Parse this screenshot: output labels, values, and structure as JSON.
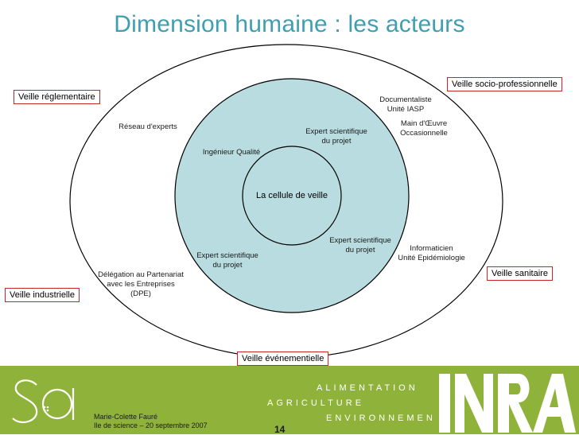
{
  "title": "Dimension humaine : les acteurs",
  "center_label": "La cellule de veille",
  "inner_actors": [
    "Ingénieur Qualité",
    "Expert scientifique\ndu projet",
    "Expert scientifique\ndu projet",
    "Expert scientifique\ndu projet"
  ],
  "outer_actors": [
    "Réseau d'experts",
    "Documentaliste\nUnité IASP",
    "Main d'Œuvre\nOccasionnelle",
    "Informaticien\nUnité Epidémiologie",
    "Délégation au Partenariat\navec les Entreprises\n(DPE)"
  ],
  "veille_boxes": [
    "Veille réglementaire",
    "Veille socio-professionnelle",
    "Veille sanitaire",
    "Veille industrielle",
    "Veille événementielle"
  ],
  "footer": {
    "author": "Marie-Colette Fauré\nIle de science – 20 septembre 2007",
    "page_number": "14",
    "words": [
      "ALIMENTATION",
      "AGRICULTURE",
      "ENVIRONNEMENT"
    ],
    "logo_left": "sa",
    "logo_right": "INRA"
  },
  "colors": {
    "title": "#3f9fb0",
    "inner_circle_fill": "#b8dce0",
    "box_border": "#c62828",
    "footer_bg": "#8fb33a"
  }
}
